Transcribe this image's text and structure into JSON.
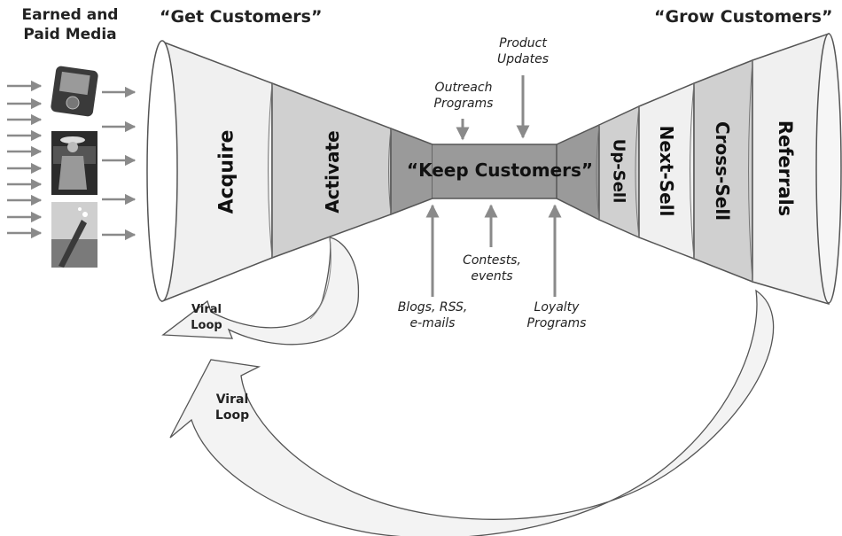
{
  "headers": {
    "earned_paid_line1": "Earned and",
    "earned_paid_line2": "Paid Media",
    "get_customers": "“Get Customers”",
    "grow_customers": "“Grow Customers”"
  },
  "funnel_stages": {
    "acquire": "Acquire",
    "activate": "Activate",
    "keep": "“Keep Customers”",
    "upsell": "Up-Sell",
    "nextsell": "Next-Sell",
    "crosssell": "Cross-Sell",
    "referrals": "Referrals"
  },
  "inputs_top": {
    "product_updates_1": "Product",
    "product_updates_2": "Updates",
    "outreach_1": "Outreach",
    "outreach_2": "Programs"
  },
  "inputs_bottom": {
    "contests_1": "Contests,",
    "contests_2": "events",
    "blogs_1": "Blogs, RSS,",
    "blogs_2": "e-mails",
    "loyalty_1": "Loyalty",
    "loyalty_2": "Programs"
  },
  "viral_loops": {
    "small_1": "Viral",
    "small_2": "Loop",
    "large_1": "Viral",
    "large_2": "Loop"
  },
  "media_icons": [
    "music-player-icon",
    "cowboy-photo-icon",
    "champagne-photo-icon"
  ],
  "colors": {
    "funnel_light": "#f0f0f0",
    "funnel_mid": "#d0d0d0",
    "funnel_dark": "#9a9a9a",
    "arrow_gray": "#8a8a8a"
  }
}
